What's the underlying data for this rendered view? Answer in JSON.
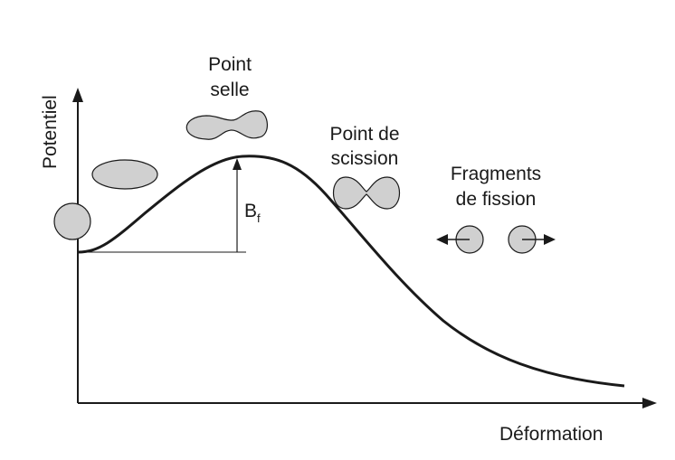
{
  "axes": {
    "y_label": "Potentiel",
    "x_label": "Déformation"
  },
  "labels": {
    "saddle_line1": "Point",
    "saddle_line2": "selle",
    "scission_line1": "Point de",
    "scission_line2": "scission",
    "fragments_line1": "Fragments",
    "fragments_line2": "de fission",
    "barrier": "B",
    "barrier_subscript": "f"
  },
  "colors": {
    "shape_fill": "#d0d0d0",
    "stroke": "#1a1a1a"
  }
}
